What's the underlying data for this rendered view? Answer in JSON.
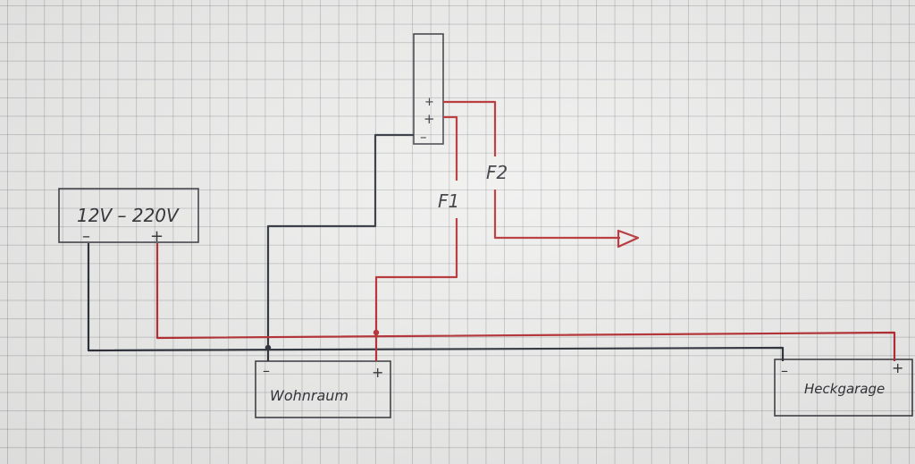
{
  "colors": {
    "ink": "#262a33",
    "red": "#b3262a",
    "paper": "#efefee"
  },
  "converter": {
    "label": "12V – 220V",
    "minus": "–",
    "plus": "+"
  },
  "distributor": {
    "plus_top": "+",
    "plus_mid": "+",
    "minus": "–"
  },
  "fuses": {
    "f1": "F1",
    "f2": "F2"
  },
  "wohnraum": {
    "label": "Wohnraum",
    "minus": "–",
    "plus": "+"
  },
  "heckgarage": {
    "label": "Heckgarage",
    "minus": "–",
    "plus": "+"
  }
}
